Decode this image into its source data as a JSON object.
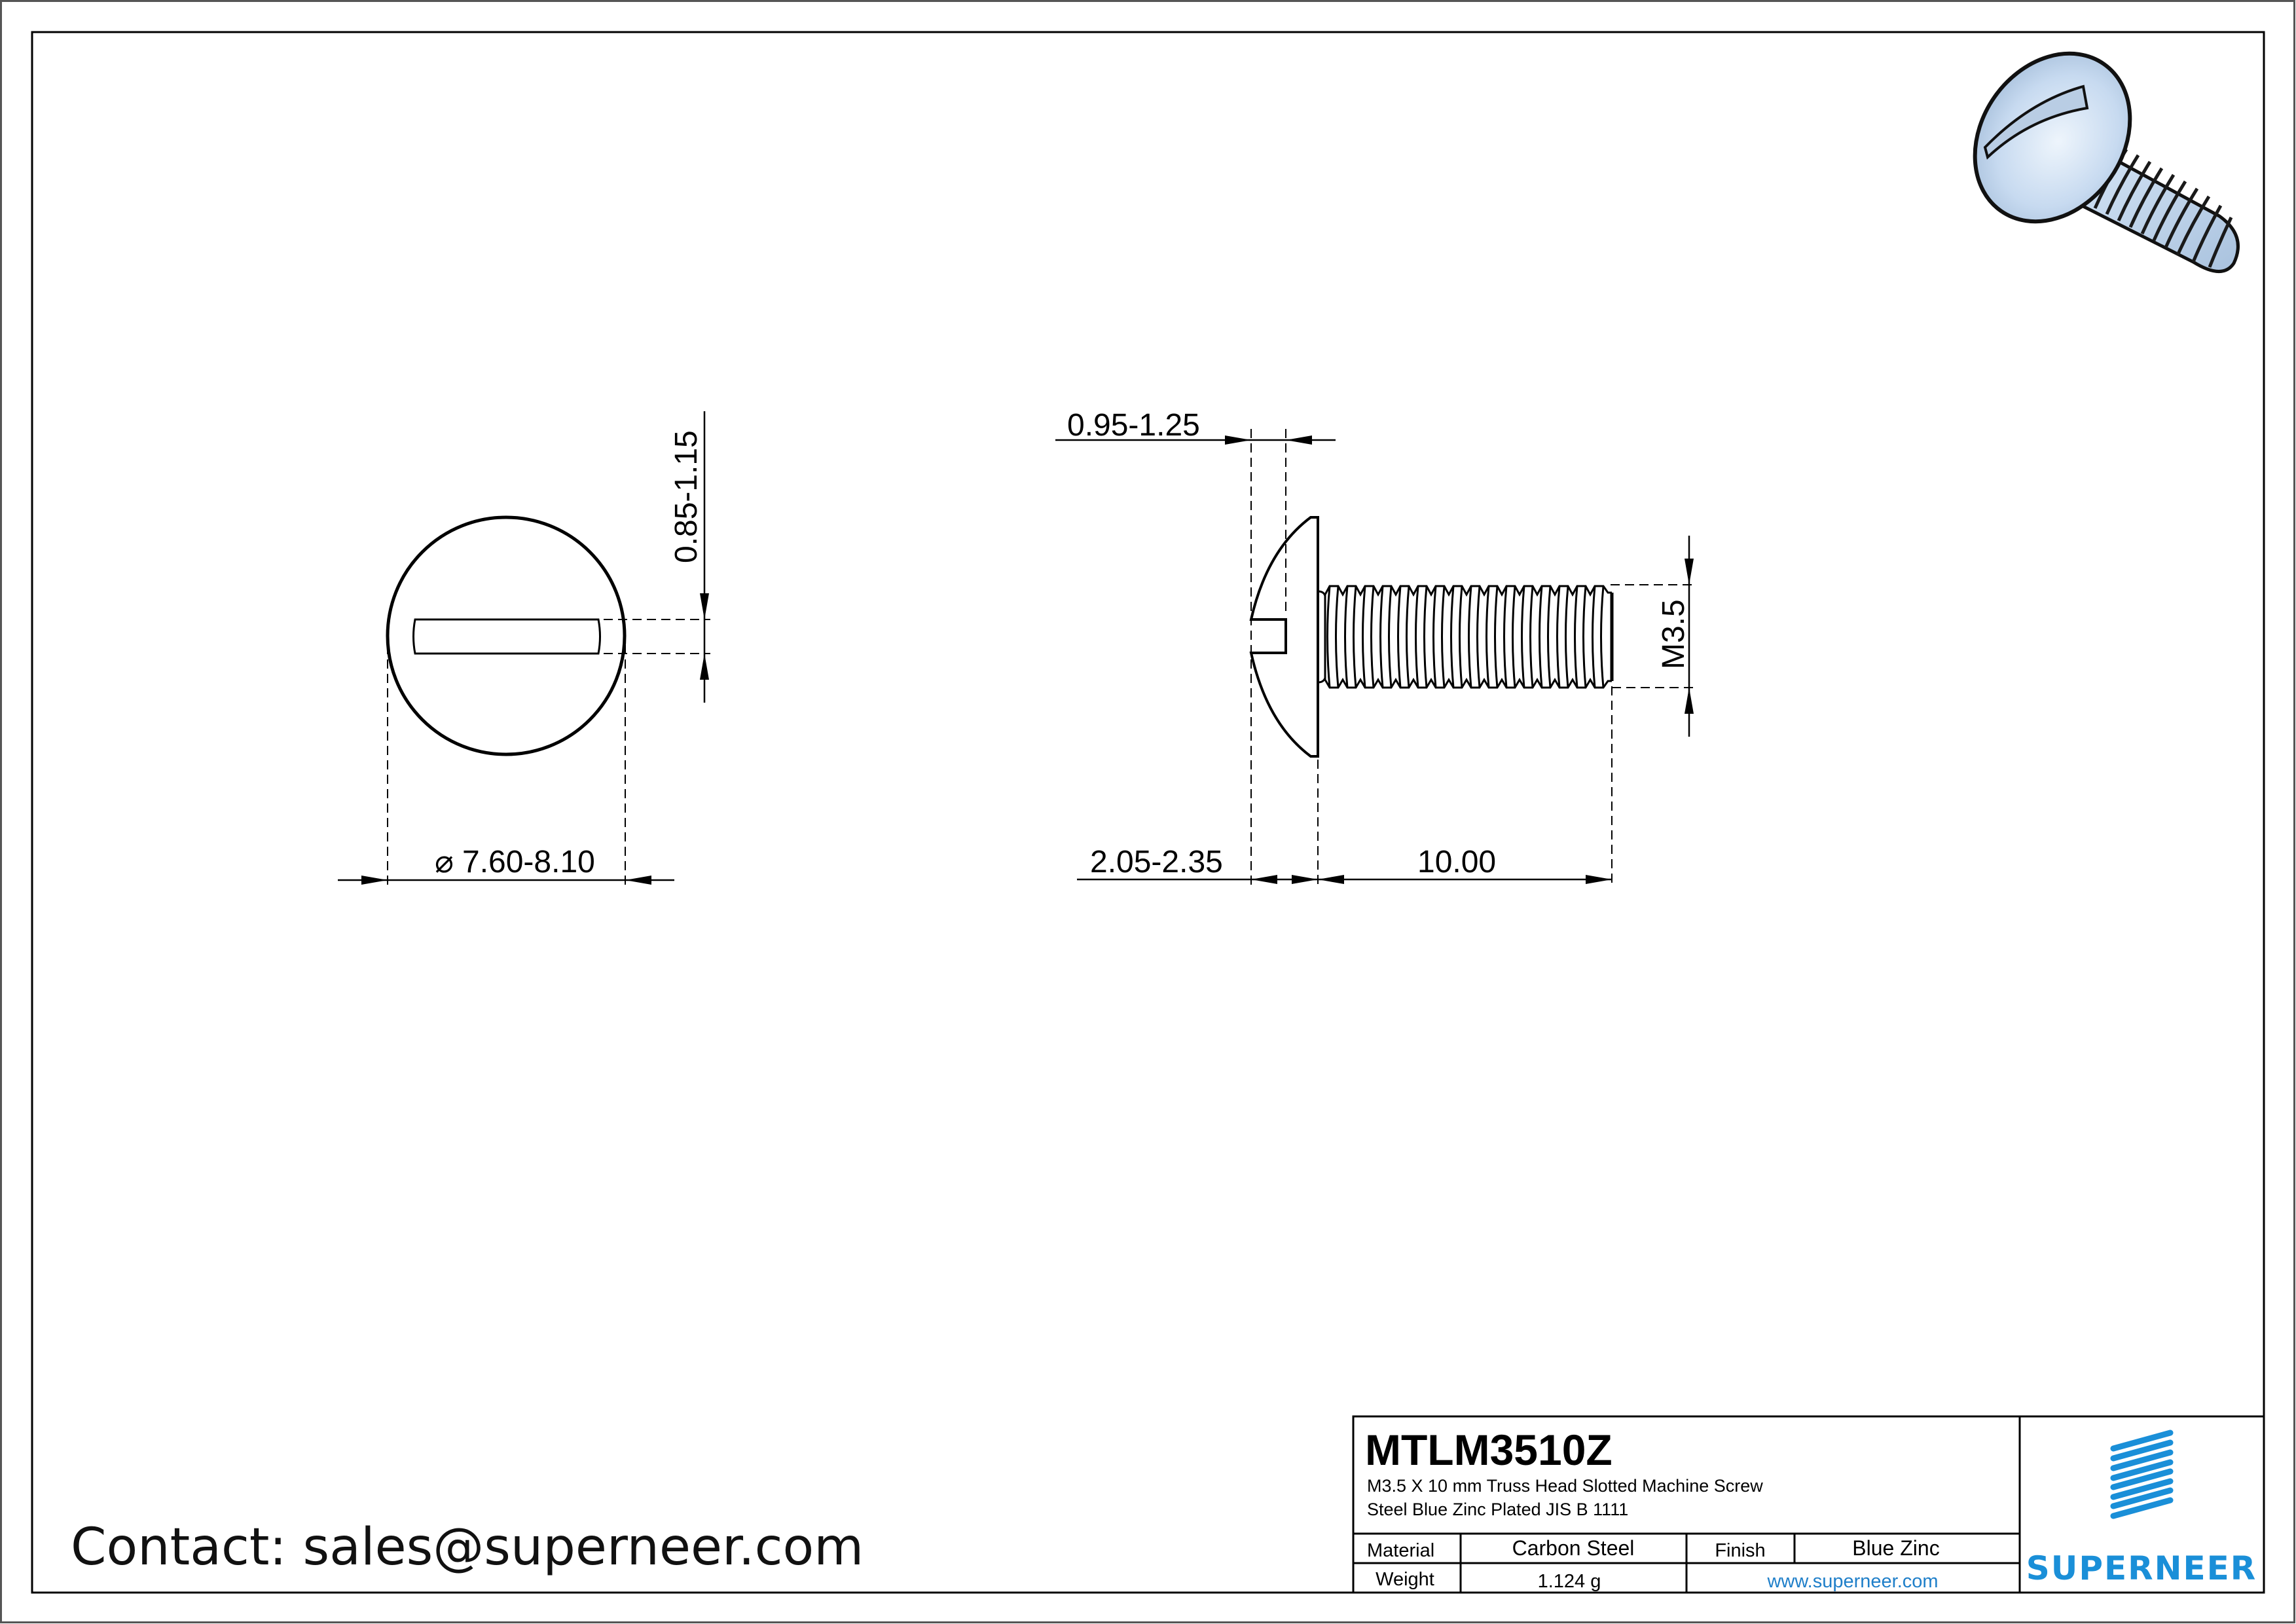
{
  "drawing": {
    "part_number": "MTLM3510Z",
    "description_line1": "M3.5 X 10 mm  Truss Head Slotted Machine Screw",
    "description_line2": "Steel Blue Zinc Plated JIS B 1111",
    "contact": "Contact: sales@superneer.com"
  },
  "title_block": {
    "material_label": "Material",
    "material_value": "Carbon Steel",
    "finish_label": "Finish",
    "finish_value": "Blue Zinc",
    "weight_label": "Weight",
    "weight_value": "1.124 g",
    "website": "www.superneer.com",
    "brand": "SUPERNEER"
  },
  "dimensions": {
    "slot_width": "0.85-1.15",
    "head_diameter": "7.60-8.10",
    "diameter_symbol": "⌀",
    "slot_depth": "0.95-1.25",
    "head_height": "2.05-2.35",
    "length": "10.00",
    "thread": "M3.5"
  },
  "icons": {
    "brand_logo": "striped-parallelogram-logo",
    "iso_view": "screw-3d-render"
  },
  "colors": {
    "brand_blue": "#1a8fd8",
    "link_blue": "#1f7fc9",
    "line": "#000000",
    "screw_face": "#c4d8ee"
  }
}
